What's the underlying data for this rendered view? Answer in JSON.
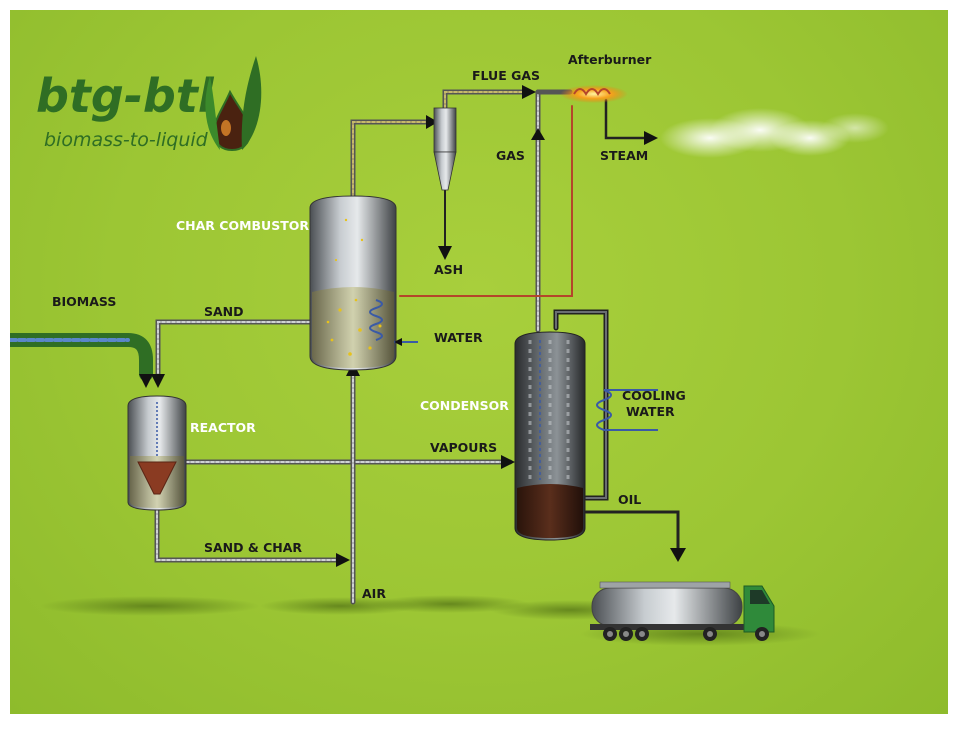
{
  "logo": {
    "brand": "btg-btl",
    "tagline": "biomass-to-liquid"
  },
  "labels": {
    "flue_gas": "FLUE GAS",
    "afterburner": "Afterburner",
    "gas": "GAS",
    "steam": "STEAM",
    "ash": "ASH",
    "char_combustor": "CHAR COMBUSTOR",
    "biomass": "BIOMASS",
    "sand": "SAND",
    "water": "WATER",
    "condensor": "CONDENSOR",
    "cooling": "COOLING",
    "water2": "WATER",
    "reactor": "REACTOR",
    "vapours": "VAPOURS",
    "oil": "OIL",
    "sand_char": "SAND & CHAR",
    "air": "AIR"
  },
  "colors": {
    "background": "#9cc634",
    "logo_green": "#2f6e24",
    "pipe": "#7b7f84",
    "hot_line": "#b4462a",
    "cold_line": "#3a5aa6",
    "oil_dark": "#3a1f14"
  }
}
